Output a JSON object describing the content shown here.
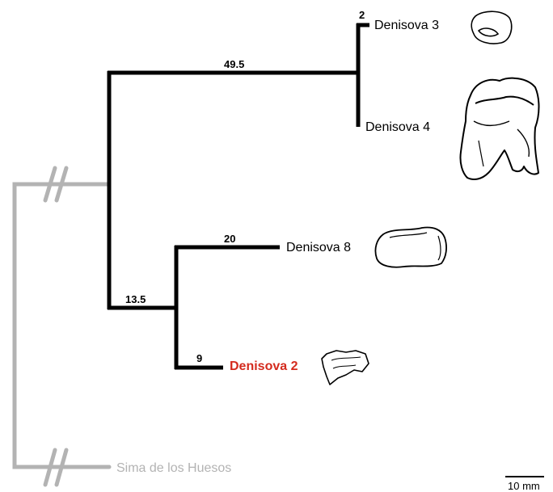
{
  "colors": {
    "branch": "#000000",
    "outgroup_branch": "#b3b3b3",
    "highlight_label": "#d42b1e",
    "outgroup_label": "#b3b3b3"
  },
  "taxa": {
    "denisova3": "Denisova 3",
    "denisova4": "Denisova 4",
    "denisova8": "Denisova 8",
    "denisova2": "Denisova 2",
    "sima": "Sima de los Huesos"
  },
  "branch_lengths": {
    "denisova3": "2",
    "denisova3_4_stem": "49.5",
    "denisova8": "20",
    "denisova2": "9",
    "denisova2_8_stem": "13.5"
  },
  "scale_bar": {
    "label": "10 mm"
  },
  "icons": [
    "tooth-icon-denisova3",
    "tooth-icon-denisova4",
    "tooth-icon-denisova8",
    "tooth-icon-denisova2",
    "branch-break-icon"
  ]
}
